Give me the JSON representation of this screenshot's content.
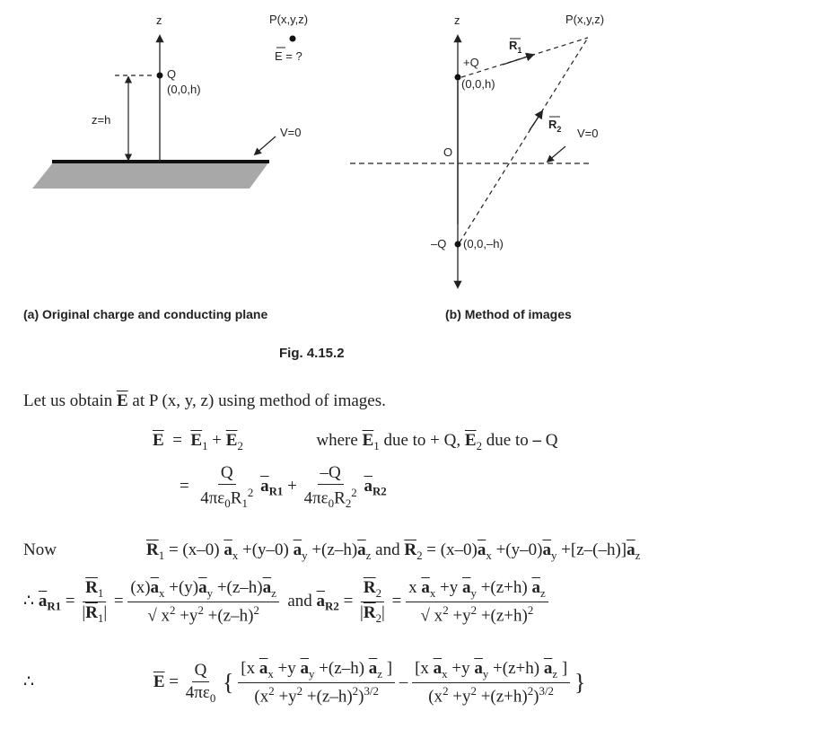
{
  "figure": {
    "a": {
      "axis_label": "z",
      "point_label": "P(x,y,z)",
      "e_query": "E = ?",
      "charge_label": "Q",
      "charge_coords": "(0,0,h)",
      "height_label": "z=h",
      "plane_label": "V=0",
      "caption": "(a) Original charge and conducting plane"
    },
    "b": {
      "axis_label": "z",
      "point_label": "P(x,y,z)",
      "r1_label": "R",
      "r1_sub": "1",
      "r2_label": "R",
      "r2_sub": "2",
      "pos_charge": "+Q",
      "pos_coords": "(0,0,h)",
      "origin": "O",
      "plane_label": "V=0",
      "neg_charge": "–Q",
      "neg_coords": "(0,0,–h)",
      "caption": "(b) Method of images"
    },
    "number": "Fig. 4.15.2"
  },
  "text": {
    "intro": "Let us obtain E at P (x, y, z) using method of images.",
    "eq1": "E = E1 + E2",
    "eq1_where": "where E1 due to + Q, E2 due to – Q",
    "eq2": "= Q / (4πε0 R1²) aR1 + (–Q) / (4πε0 R2²) aR2",
    "now_label": "Now",
    "eq3": "R1 = (x–0) ax + (y–0) ay + (z–h) az and R2 = (x–0) ax + (y–0) ay + [z–(–h)] az",
    "eq4": "∴ aR1 = R1/|R1| = [(x) ax + (y) ay + (z–h) az] / √(x² + y² + (z–h)²) and aR2 = R2/|R2| = [x ax + y ay + (z+h) az] / √(x² + y² + (z+h)²)",
    "eq5": "∴ E = Q/(4πε0) { [x ax + y ay + (z–h) az] / (x² + y² + (z–h)²)^3/2 – [x ax + y ay + (z+h) az] / (x² + y² + (z+h)²)^3/2 }"
  }
}
